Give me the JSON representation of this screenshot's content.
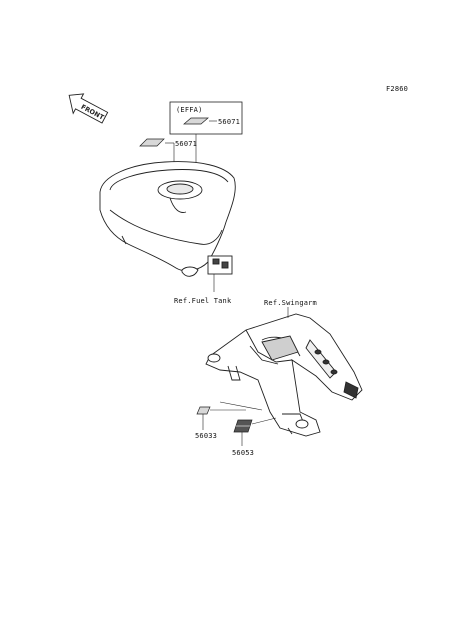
{
  "figure_code": "F2860",
  "front_marker": "FRONT",
  "effa_label": "(EFFA)",
  "parts": {
    "label_56071_effa": "56071",
    "label_56071": "56071",
    "label_56033": "56033",
    "label_56053": "56053"
  },
  "refs": {
    "fuel_tank": "Ref.Fuel Tank",
    "swingarm": "Ref.Swingarm"
  }
}
